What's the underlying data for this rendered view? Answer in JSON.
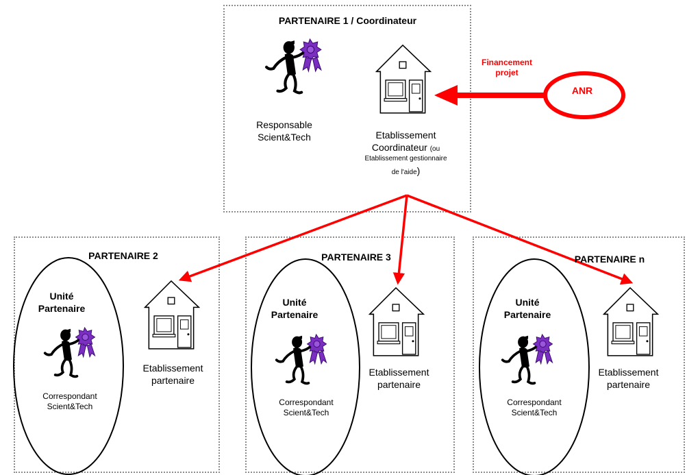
{
  "colors": {
    "accent": "#ff0000",
    "box_border": "#8c8c8c",
    "badge": "#7a2fc0"
  },
  "coordinator": {
    "title": "PARTENAIRE 1 / Coordinateur",
    "person_label_1": "Responsable",
    "person_label_2": "Scient&Tech",
    "estab_line1": "Etablissement",
    "estab_line2": "Coordinateur",
    "estab_small1": "(ou",
    "estab_small2": "Etablissement gestionnaire",
    "estab_small3": "de l'aide",
    "estab_close": ")"
  },
  "funding": {
    "label_line1": "Financement",
    "label_line2": "projet",
    "agency": "ANR"
  },
  "partners": [
    {
      "title": "PARTENAIRE 2",
      "unit_line1": "Unité",
      "unit_line2": "Partenaire",
      "corr_line1": "Correspondant",
      "corr_line2": "Scient&Tech",
      "estab_line1": "Etablissement",
      "estab_line2": "partenaire"
    },
    {
      "title": "PARTENAIRE 3",
      "unit_line1": "Unité",
      "unit_line2": "Partenaire",
      "corr_line1": "Correspondant",
      "corr_line2": "Scient&Tech",
      "estab_line1": "Etablissement",
      "estab_line2": "partenaire"
    },
    {
      "title": "PARTENAIRE n",
      "unit_line1": "Unité",
      "unit_line2": "Partenaire",
      "corr_line1": "Correspondant",
      "corr_line2": "Scient&Tech",
      "estab_line1": "Etablissement",
      "estab_line2": "partenaire"
    }
  ],
  "icons": {
    "house": "house-icon",
    "person": "researcher-with-award-icon"
  }
}
